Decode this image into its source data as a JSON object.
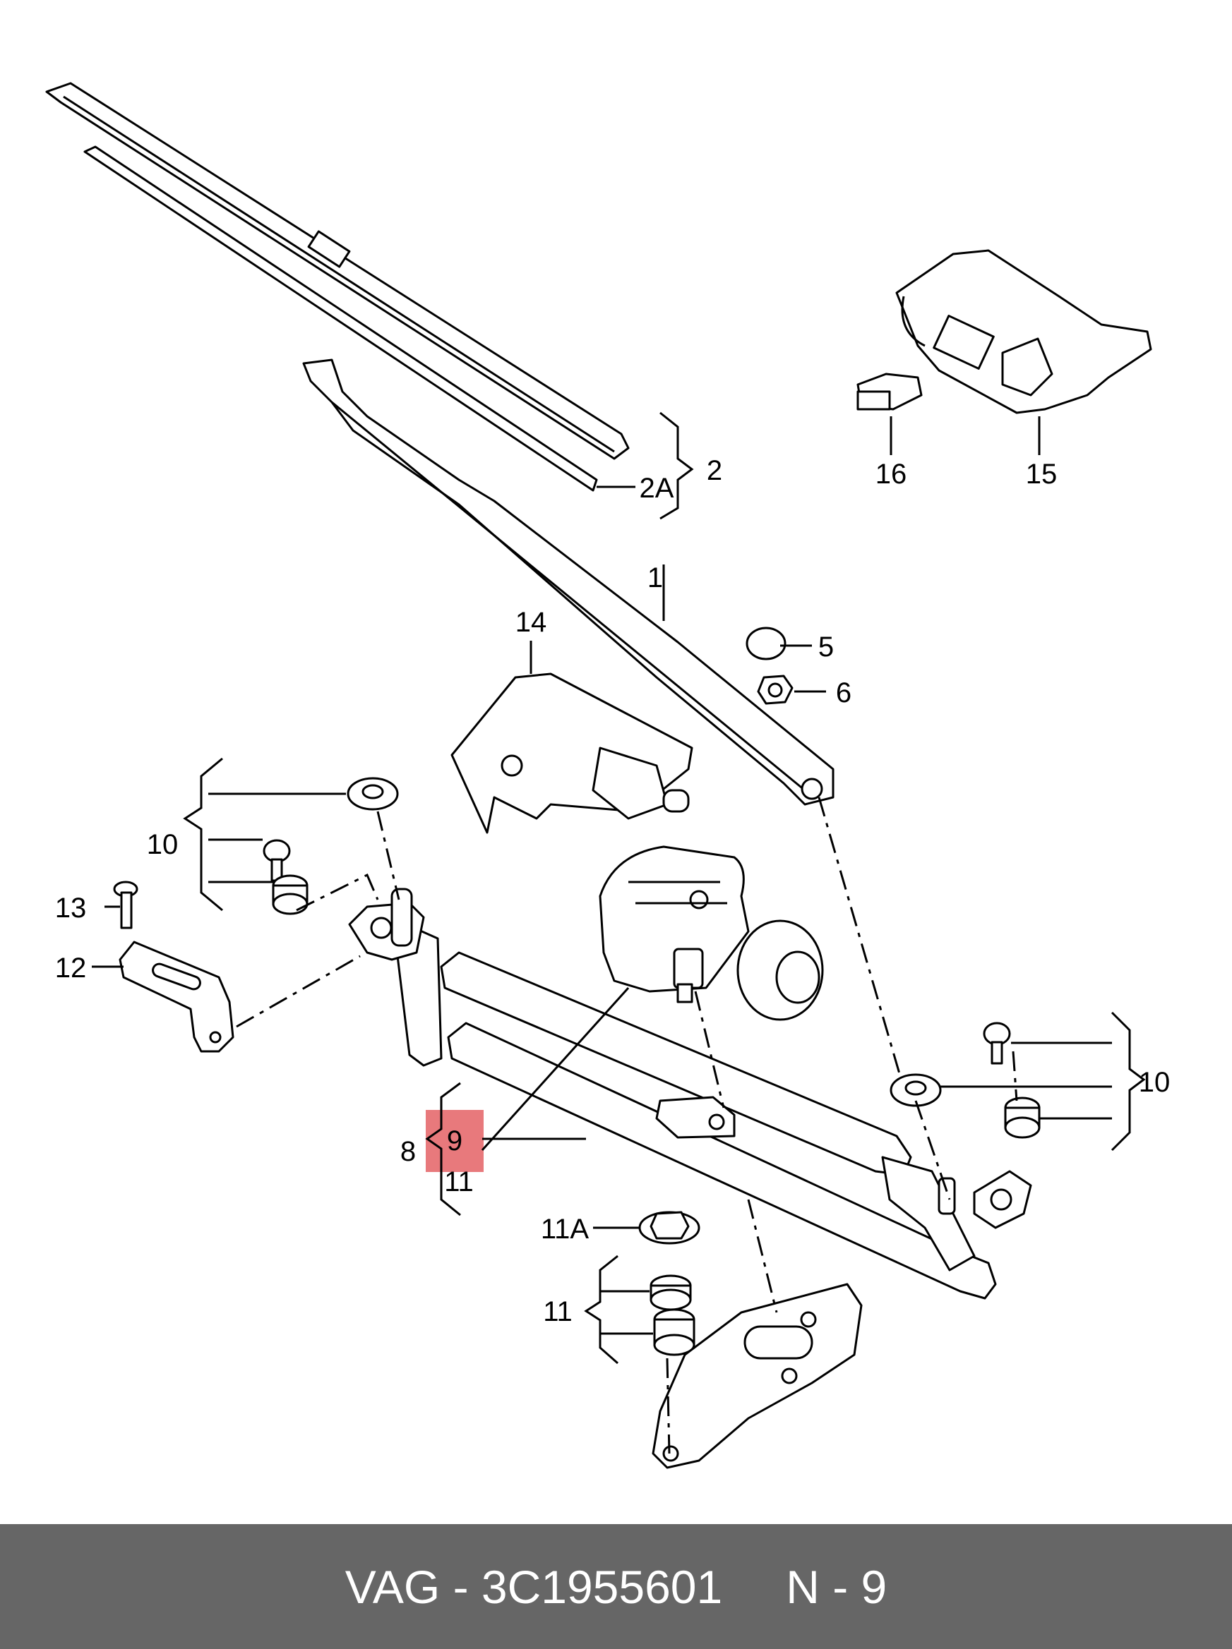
{
  "callouts": {
    "c1": "1",
    "c2": "2",
    "c2a": "2A",
    "c5": "5",
    "c6": "6",
    "c8": "8",
    "c9": "9",
    "c10_left": "10",
    "c10_right": "10",
    "c11": "11",
    "c11_lower": "11",
    "c11a": "11A",
    "c12": "12",
    "c13": "13",
    "c14": "14",
    "c15": "15",
    "c16": "16"
  },
  "highlight": {
    "callout": "9",
    "color": "#e8797c"
  },
  "footer": {
    "part_ref": "VAG - 3C1955601",
    "position_ref": "N - 9",
    "background": "#666666",
    "text_color": "#ffffff"
  }
}
